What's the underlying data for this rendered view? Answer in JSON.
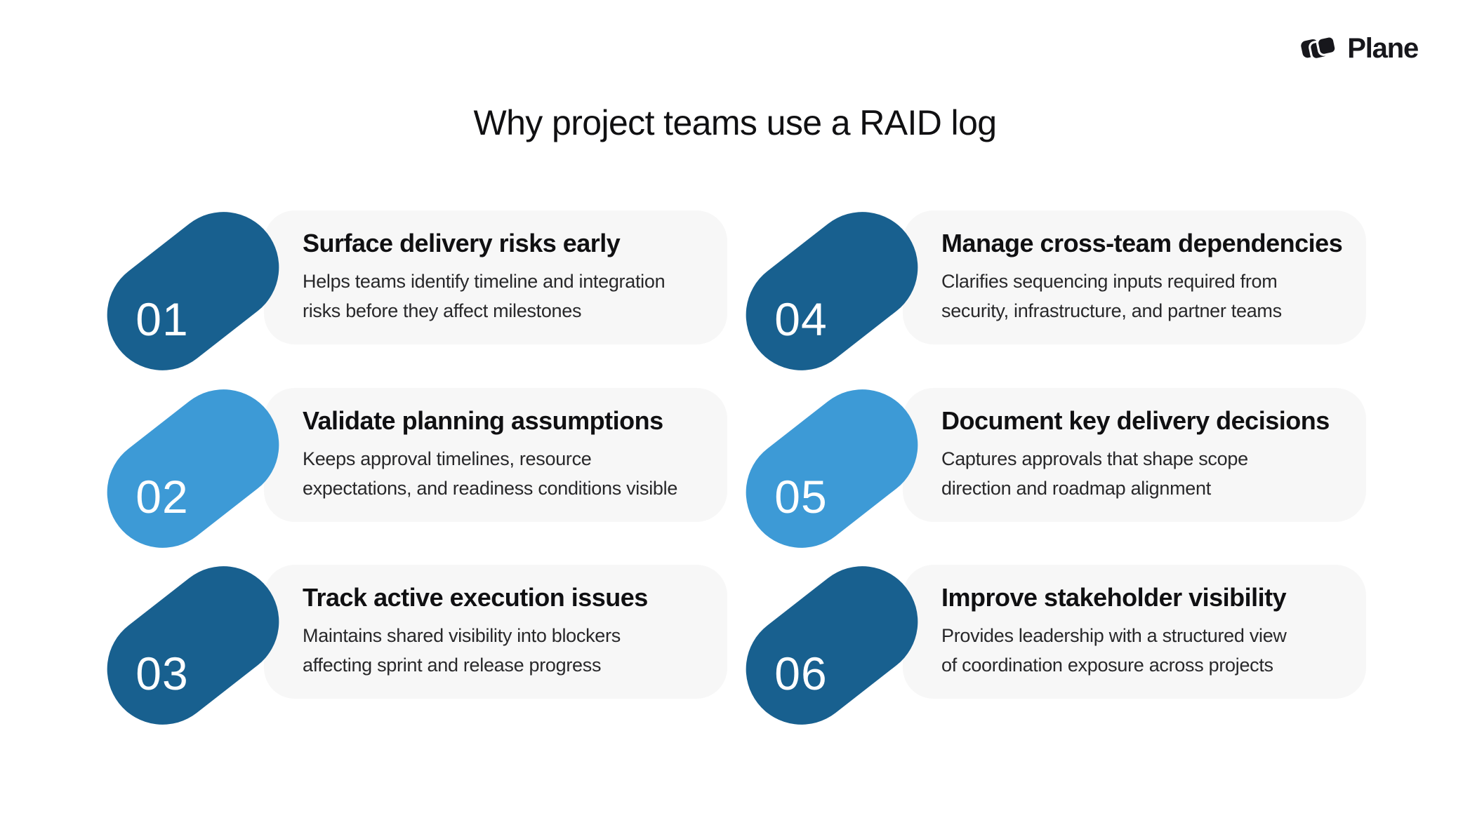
{
  "brand": {
    "name": "Plane"
  },
  "title": "Why project teams use a RAID log",
  "colors": {
    "page_bg": "#ffffff",
    "dark_blue": "#18608f",
    "light_blue": "#3d9ad6",
    "card_bg": "#f7f7f7",
    "ink": "#101012",
    "body_text": "#28282a",
    "number_text": "#ffffff",
    "logo_ink": "#17171c"
  },
  "items": [
    {
      "number": "01",
      "variant": "dark",
      "title": "Surface delivery risks early",
      "description": "Helps teams identify timeline and integration\nrisks before they affect milestones"
    },
    {
      "number": "02",
      "variant": "light",
      "title": "Validate planning assumptions",
      "description": "Keeps approval timelines, resource\nexpectations, and readiness conditions visible"
    },
    {
      "number": "03",
      "variant": "dark",
      "title": "Track active execution issues",
      "description": "Maintains shared visibility into blockers\naffecting sprint and release progress"
    },
    {
      "number": "04",
      "variant": "dark",
      "title": "Manage cross-team dependencies",
      "description": "Clarifies sequencing inputs required from\nsecurity, infrastructure, and partner teams"
    },
    {
      "number": "05",
      "variant": "light",
      "title": "Document key delivery decisions",
      "description": "Captures approvals that shape scope\ndirection and roadmap alignment"
    },
    {
      "number": "06",
      "variant": "dark",
      "title": "Improve stakeholder visibility",
      "description": "Provides leadership with a structured view\nof coordination exposure across projects"
    }
  ]
}
